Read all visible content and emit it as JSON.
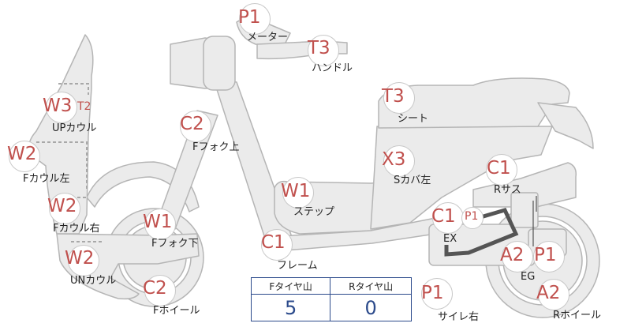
{
  "colors": {
    "body": "#ebebeb",
    "outline": "#b5b5b5",
    "code": "#c0504d",
    "table_border": "#2b4a8b"
  },
  "parts": [
    {
      "id": "meter",
      "code": "P1",
      "label": "メーター"
    },
    {
      "id": "handle",
      "code": "T3",
      "label": "ハンドル"
    },
    {
      "id": "up-cowl",
      "code": "W3",
      "code2": "T2",
      "label": "UPカウル"
    },
    {
      "id": "f-fork-upper",
      "code": "C2",
      "label": "Fフォク上"
    },
    {
      "id": "seat",
      "code": "T3",
      "label": "シート"
    },
    {
      "id": "f-cowl-left",
      "code": "W2",
      "label": "Fカウル左"
    },
    {
      "id": "s-cover-left",
      "code": "X3",
      "label": "Sカバ左"
    },
    {
      "id": "r-suspension",
      "code": "C1",
      "label": "Rサス"
    },
    {
      "id": "step",
      "code": "W1",
      "label": "ステップ"
    },
    {
      "id": "f-cowl-right",
      "code": "W2",
      "label": "Fカウル右"
    },
    {
      "id": "f-fork-lower",
      "code": "W1",
      "label": "Fフォク下"
    },
    {
      "id": "exhaust",
      "code": "C1",
      "code2": "P1",
      "label": "EX"
    },
    {
      "id": "frame",
      "code": "C1",
      "label": "フレーム"
    },
    {
      "id": "un-cowl",
      "code": "W2",
      "label": "UNカウル"
    },
    {
      "id": "engine",
      "code": "A2",
      "code2": "P1",
      "label": "EG"
    },
    {
      "id": "f-wheel",
      "code": "C2",
      "label": "Fホイール"
    },
    {
      "id": "silencer-right",
      "code": "P1",
      "label": "サイレ右"
    },
    {
      "id": "r-wheel",
      "code": "A2",
      "label": "Rホイール"
    }
  ],
  "tires": {
    "front": {
      "label": "Fタイヤ山",
      "value": "5"
    },
    "rear": {
      "label": "Rタイヤ山",
      "value": "0"
    }
  }
}
